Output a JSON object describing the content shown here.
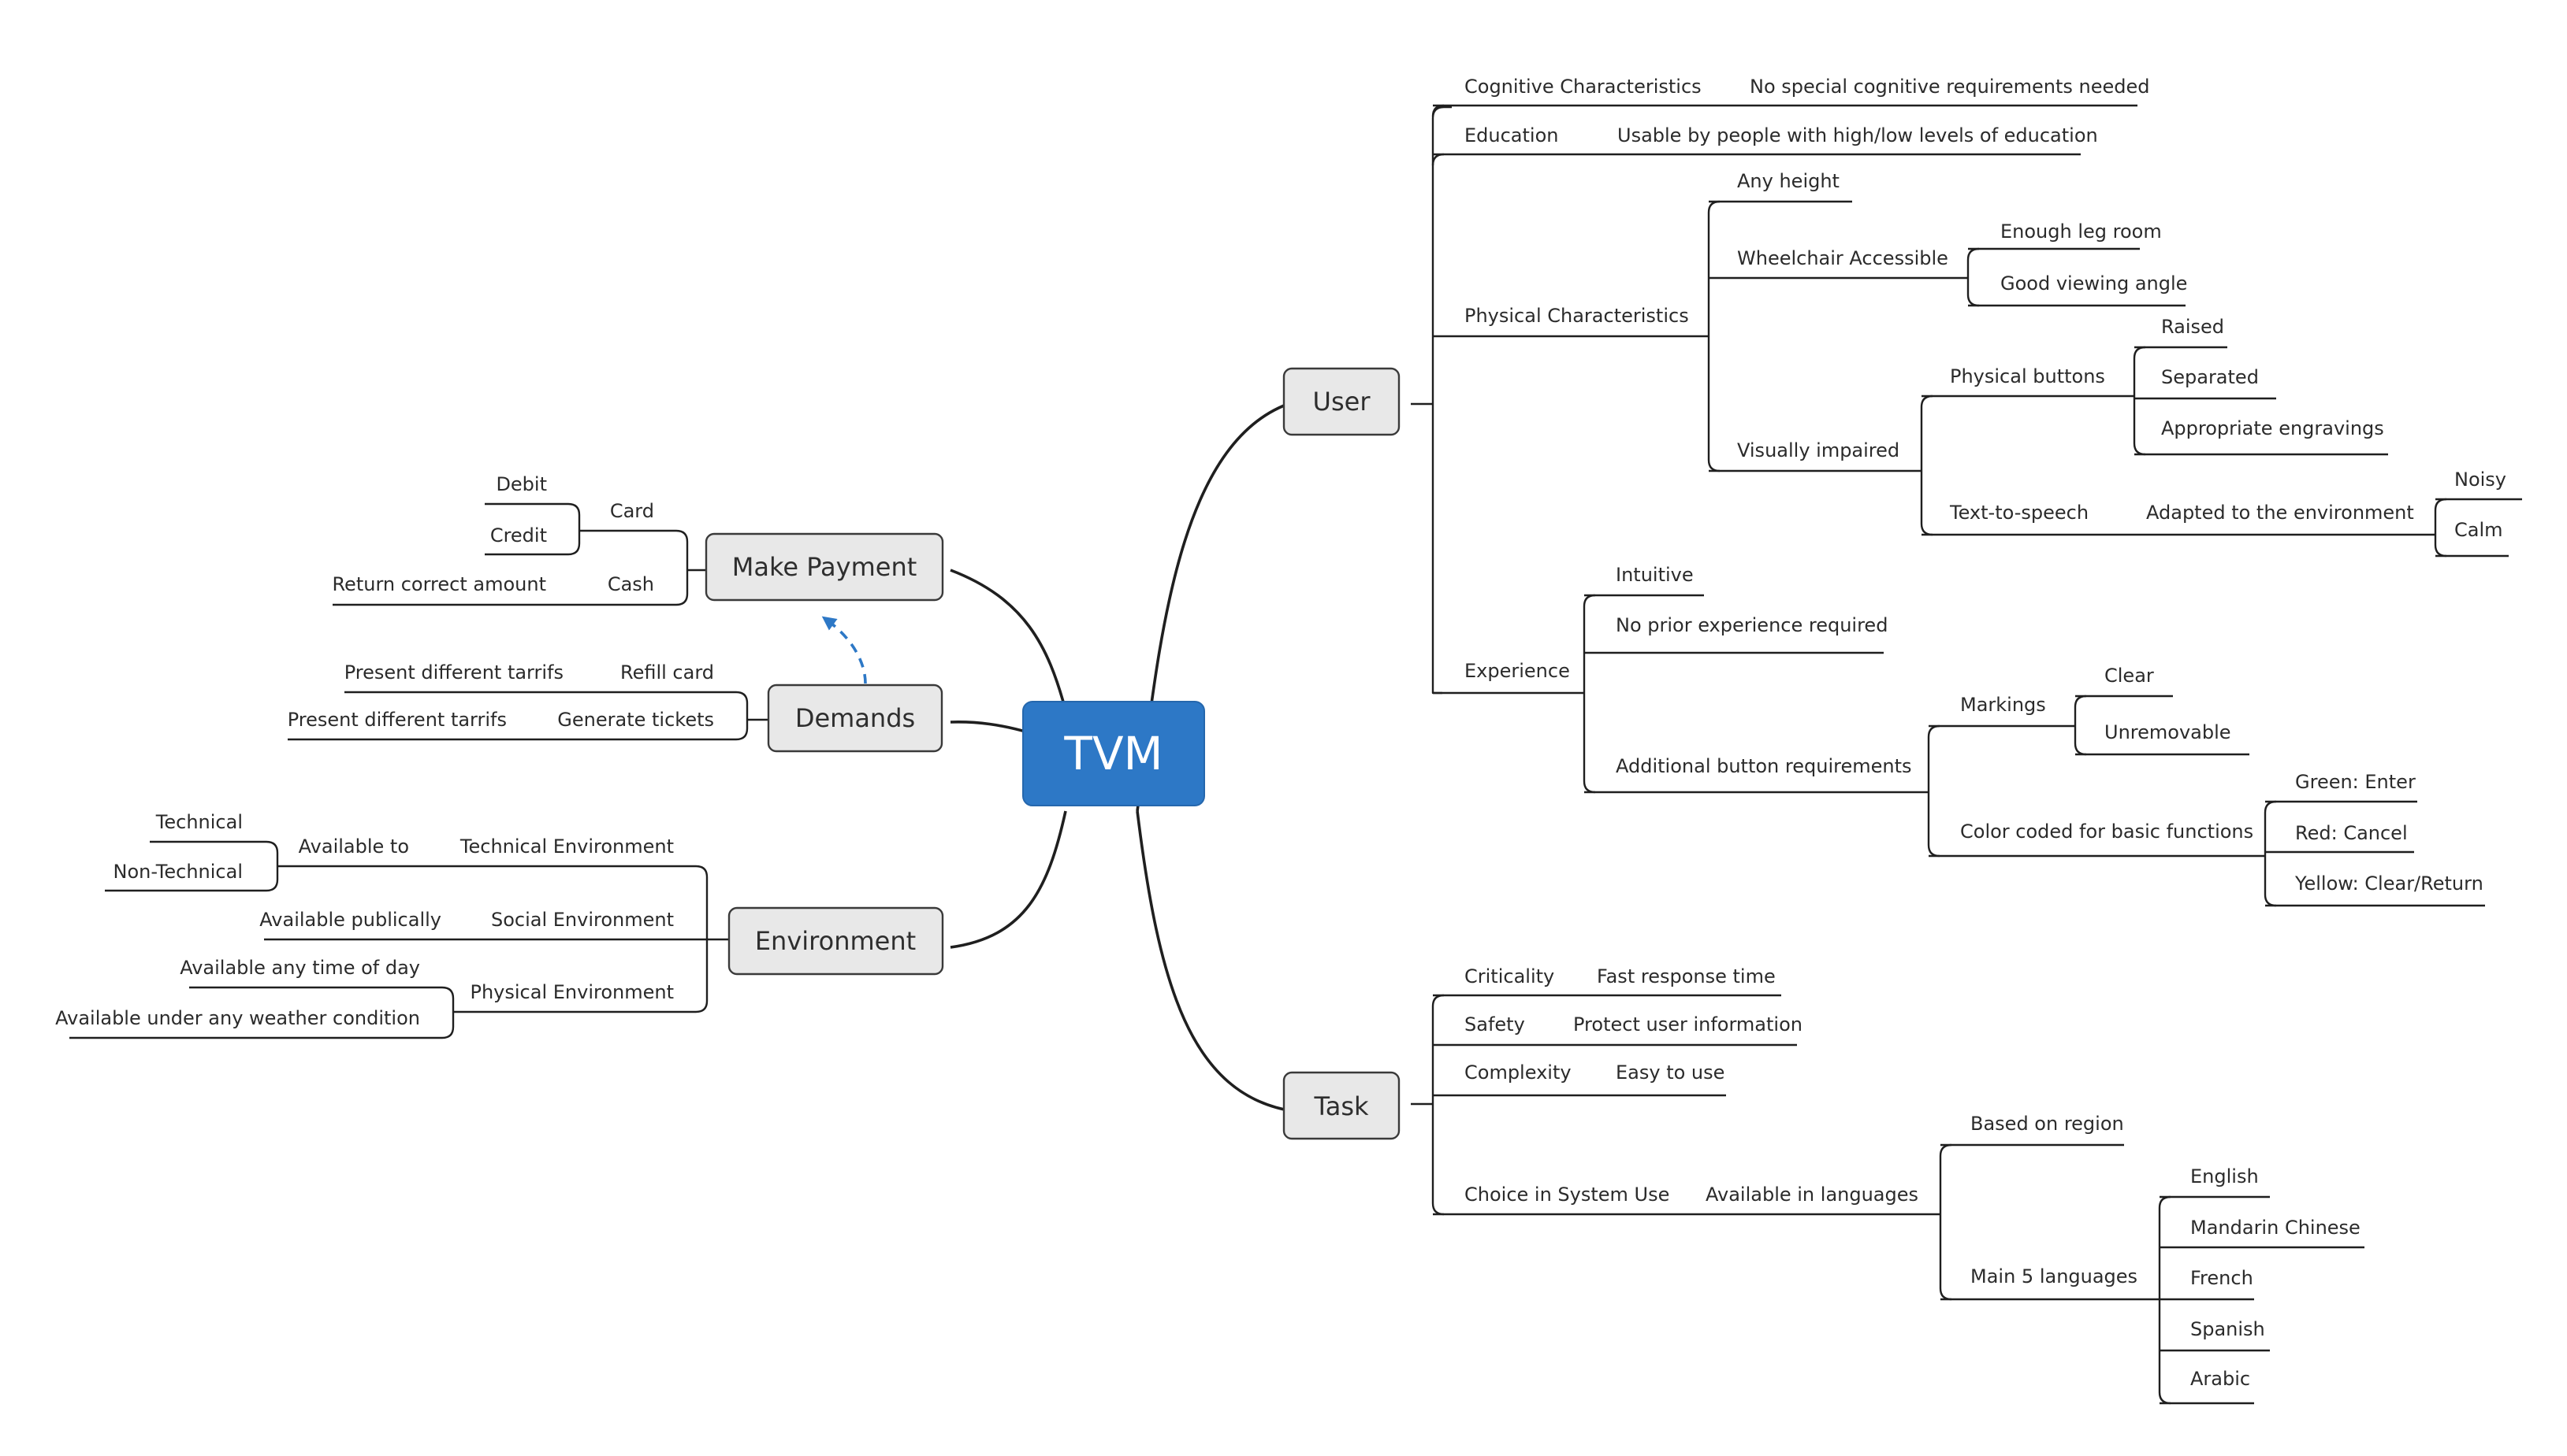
{
  "center": {
    "label": "TVM",
    "color": "#2D78C6"
  },
  "user": {
    "label": "User",
    "cognitive": {
      "label": "Cognitive Characteristics",
      "detail": "No special cognitive requirements needed"
    },
    "education": {
      "label": "Education",
      "detail": "Usable by people with high/low levels of education"
    },
    "physical": {
      "label": "Physical Characteristics",
      "any_height": "Any height",
      "wheelchair": {
        "label": "Wheelchair Accessible",
        "items": [
          "Enough leg room",
          "Good viewing angle"
        ]
      },
      "visually": {
        "label": "Visually impaired",
        "buttons": {
          "label": "Physical buttons",
          "items": [
            "Raised",
            "Separated",
            "Appropriate engravings"
          ]
        },
        "tts": {
          "label": "Text-to-speech",
          "adapted": "Adapted to the environment",
          "items": [
            "Noisy",
            "Calm"
          ]
        }
      }
    },
    "experience": {
      "label": "Experience",
      "intuitive": "Intuitive",
      "no_prior": "No prior experience required",
      "additional": {
        "label": "Additional button requirements",
        "markings": {
          "label": "Markings",
          "items": [
            "Clear",
            "Unremovable"
          ]
        },
        "color_coded": {
          "label": "Color coded for basic functions",
          "items": [
            "Green: Enter",
            "Red: Cancel",
            "Yellow: Clear/Return"
          ]
        }
      }
    }
  },
  "task": {
    "label": "Task",
    "criticality": {
      "label": "Criticality",
      "detail": "Fast response time"
    },
    "safety": {
      "label": "Safety",
      "detail": "Protect user information"
    },
    "complexity": {
      "label": "Complexity",
      "detail": "Easy to use"
    },
    "choice": {
      "label": "Choice in System Use",
      "languages": {
        "label": "Available in languages",
        "region": "Based on region",
        "main5": {
          "label": "Main 5 languages",
          "items": [
            "English",
            "Mandarin Chinese",
            "French",
            "Spanish",
            "Arabic"
          ]
        }
      }
    }
  },
  "payment": {
    "label": "Make Payment",
    "card": {
      "label": "Card",
      "items": [
        "Debit",
        "Credit"
      ]
    },
    "cash": {
      "label": "Cash",
      "items": [
        "Return correct amount"
      ]
    }
  },
  "demands": {
    "label": "Demands",
    "refill": {
      "label": "Refill card",
      "detail": "Present different tarrifs"
    },
    "generate": {
      "label": "Generate tickets",
      "detail": "Present different tarrifs"
    }
  },
  "environment": {
    "label": "Environment",
    "technical": {
      "label": "Technical Environment",
      "available_to": "Available to",
      "items": [
        "Technical",
        "Non-Technical"
      ]
    },
    "social": {
      "label": "Social Environment",
      "detail": "Available publically"
    },
    "physical": {
      "label": "Physical Environment",
      "items": [
        "Available any time of day",
        "Available under any weather condition"
      ]
    }
  },
  "relationship_color": "#2D78C6"
}
